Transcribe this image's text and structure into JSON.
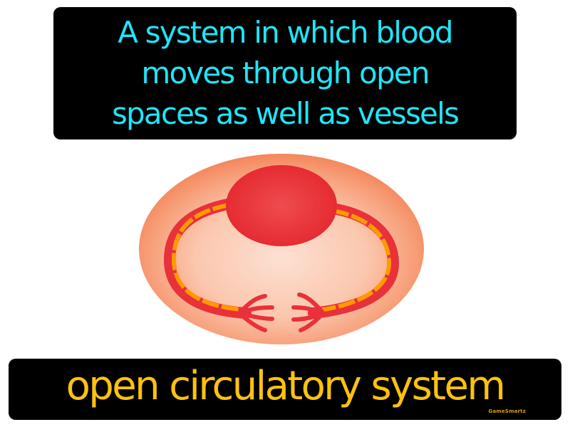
{
  "definition": {
    "text": "A system in which blood\nmoves through open\nspaces as well as vessels",
    "text_color": "#1ee6f7",
    "background": "#000000"
  },
  "term": {
    "text": "open circulatory system",
    "text_color": "#ffc20e",
    "background": "#000000"
  },
  "brand": {
    "text": "GameSmartz"
  },
  "illustration": {
    "subject": "open-circulatory-system-diagram",
    "parts": [
      "body-cavity",
      "heart",
      "left-vessel",
      "right-vessel",
      "left-capillary-ends",
      "right-capillary-ends"
    ],
    "colors": {
      "cavity_outer": "#f58a5f",
      "cavity_inner": "#fcd3bf",
      "heart": "#e8313a",
      "vessel_wall": "#e8313a",
      "vessel_lumen": "#ff9a00"
    }
  }
}
